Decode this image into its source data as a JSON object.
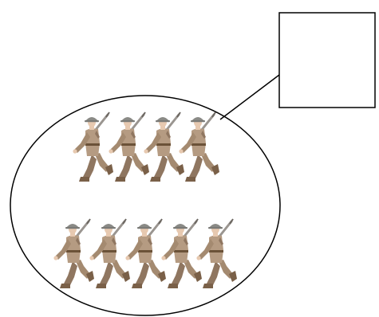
{
  "diagram": {
    "answer_box": {
      "text": ""
    },
    "group": {
      "rows": [
        {
          "soldier_count": 4
        },
        {
          "soldier_count": 5
        }
      ]
    },
    "colors": {
      "stroke": "#000000",
      "background": "#ffffff",
      "uniform": "#b59b82",
      "uniform_shade": "#8f7660",
      "helmet": "#8a8a86",
      "skin": "#e7c9b0",
      "boot": "#7a6048",
      "rifle": "#9a9590",
      "belt": "#6b5238"
    },
    "icons": {
      "soldier": "marching-soldier-icon",
      "box": "empty-square",
      "group": "oval-outline"
    }
  }
}
